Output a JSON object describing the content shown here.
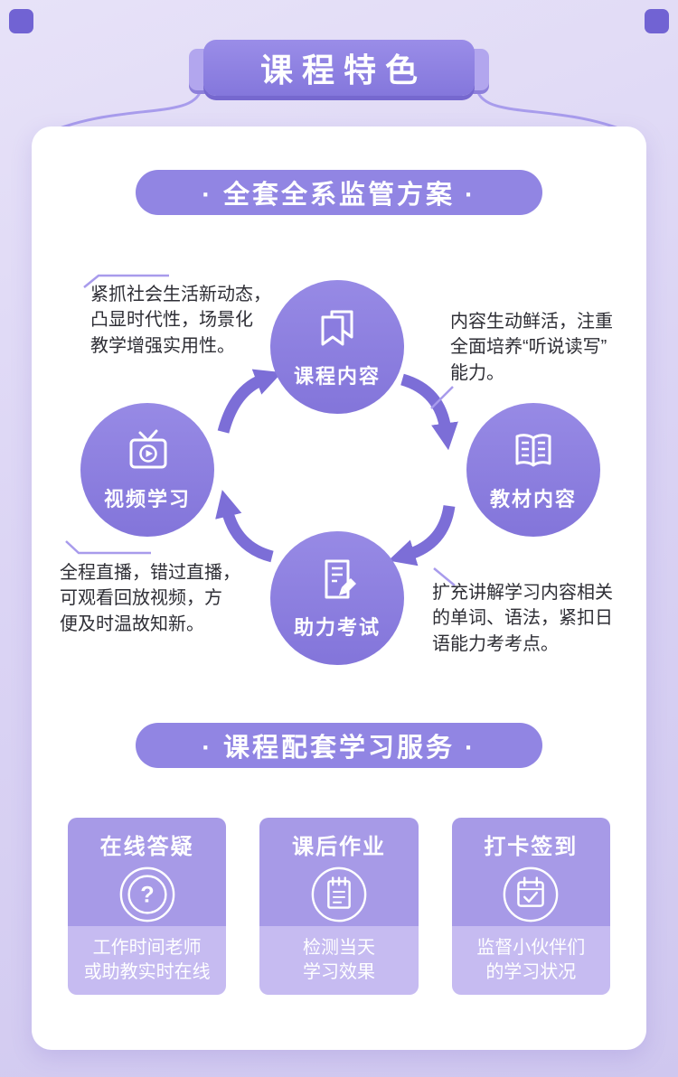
{
  "header": {
    "title": "课程特色"
  },
  "section_plan": {
    "title": "· 全套全系监管方案 ·"
  },
  "section_services": {
    "title": "· 课程配套学习服务 ·"
  },
  "diagram": {
    "nodes": [
      {
        "id": "course-content",
        "label": "课程内容",
        "icon": "bookmark-icon"
      },
      {
        "id": "textbook-content",
        "label": "教材内容",
        "icon": "open-book-icon"
      },
      {
        "id": "exam-support",
        "label": "助力考试",
        "icon": "paper-pencil-icon"
      },
      {
        "id": "video-learning",
        "label": "视频学习",
        "icon": "tv-play-icon"
      }
    ],
    "notes": [
      {
        "text": "紧抓社会生活新动态，\n凸显时代性，场景化\n教学增强实用性。"
      },
      {
        "text": "内容生动鲜活，注重\n全面培养“听说读写”\n能力。"
      },
      {
        "text": "全程直播，错过直播，\n可观看回放视频，方\n便及时温故知新。"
      },
      {
        "text": "扩充讲解学习内容相关\n的单词、语法，紧扣日\n语能力考考点。"
      }
    ]
  },
  "services": [
    {
      "title": "在线答疑",
      "desc": "工作时间老师\n或助教实时在线",
      "icon": "question-circle-icon"
    },
    {
      "title": "课后作业",
      "desc": "检测当天\n学习效果",
      "icon": "notepad-icon"
    },
    {
      "title": "打卡签到",
      "desc": "监督小伙伴们\n的学习状况",
      "icon": "calendar-check-icon"
    }
  ],
  "colors": {
    "accent": "#8a7ce0",
    "pill": "#9185e3",
    "circle": "#8b7edd",
    "arrow": "#7c6ed7",
    "service_card_top": "#a79ae7",
    "service_card_bottom": "#c6bbf1",
    "background": "#dbd4f4",
    "card": "#ffffff",
    "note_text": "#2e2e35"
  }
}
